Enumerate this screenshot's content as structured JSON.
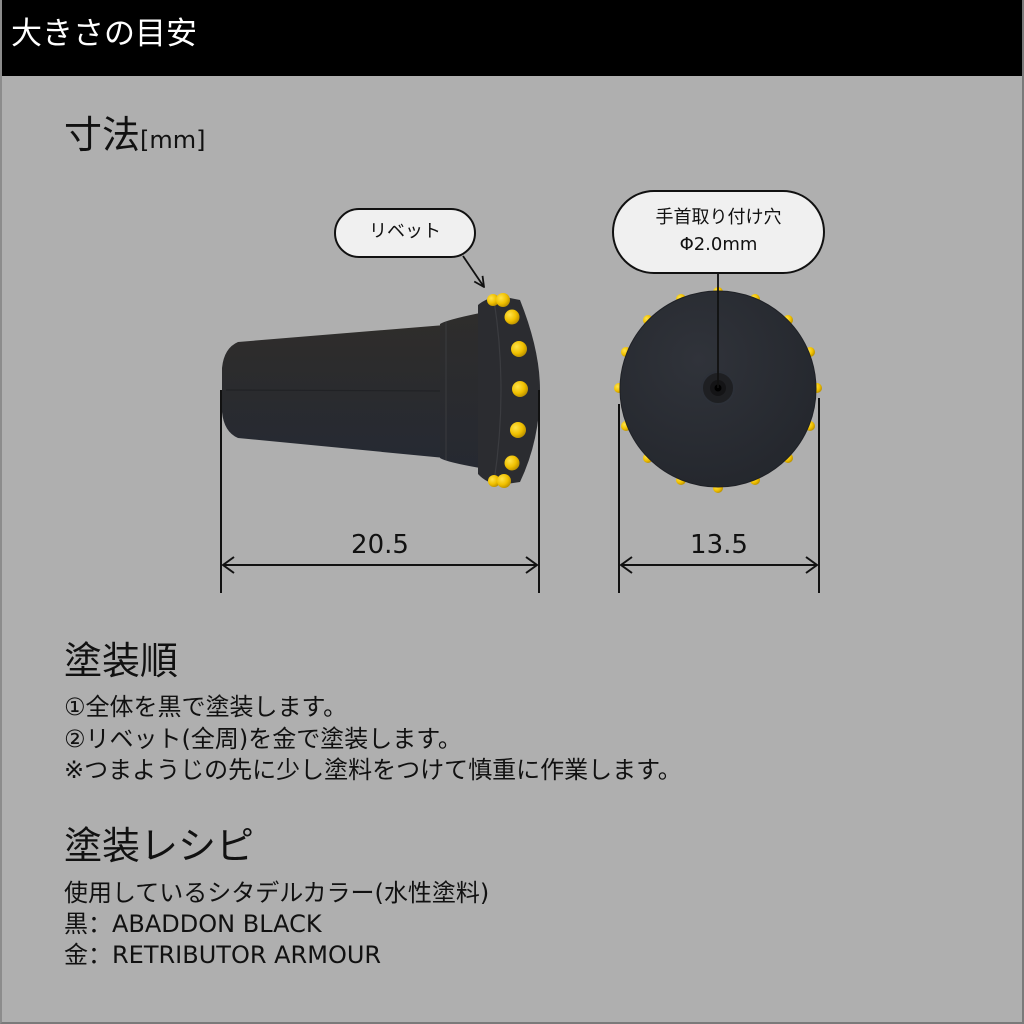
{
  "header": {
    "title": "大きさの目安"
  },
  "dimensions": {
    "title": "寸法",
    "unit": "[mm]",
    "side_view": {
      "callout_label": "リベット",
      "length_label": "20.5"
    },
    "end_view": {
      "callout_line1": "手首取り付け穴",
      "callout_line2": "Φ2.0mm",
      "diameter_label": "13.5"
    }
  },
  "paint_order": {
    "title": "塗装順",
    "steps": [
      "①全体を黒で塗装します。",
      "②リベット(全周)を金で塗装します。",
      "※つまようじの先に少し塗料をつけて慎重に作業します。"
    ]
  },
  "paint_recipe": {
    "title": "塗装レシピ",
    "intro": "使用しているシタデルカラー(水性塗料)",
    "colors": [
      {
        "label": "黒：ABADDON BLACK"
      },
      {
        "label": "金：RETRIBUTOR ARMOUR"
      }
    ]
  },
  "palette": {
    "background": "#afafaf",
    "header": "#000000",
    "body_black": "#2a2c31",
    "rivet_gold": "#f2c400",
    "callout_fill": "#f0f0f0"
  }
}
